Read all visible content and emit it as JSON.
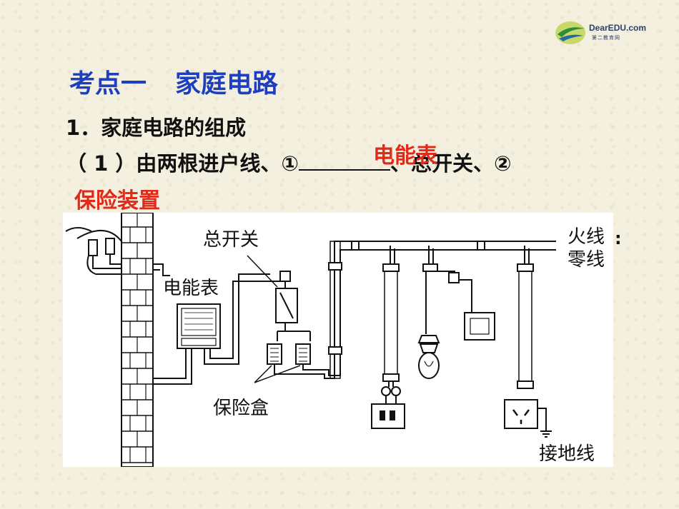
{
  "logo": {
    "brand": "DearEDU.com",
    "sub": "第二教育网"
  },
  "title": {
    "part1": "考点一",
    "part2": "家庭电路"
  },
  "question": {
    "line1": "1．家庭电路的组成",
    "line2_prefix": "（ 1 ）由两根进户线、①",
    "line2_suffix": "、总开关、②",
    "answer1": "电能表",
    "answer2": "保险装置",
    "trailing_colon": ":"
  },
  "diagram": {
    "labels": {
      "main_switch": "总开关",
      "meter": "电能表",
      "fuse_box": "保险盒",
      "live_wire": "火线",
      "neutral_wire": "零线",
      "ground_wire": "接地线"
    }
  }
}
